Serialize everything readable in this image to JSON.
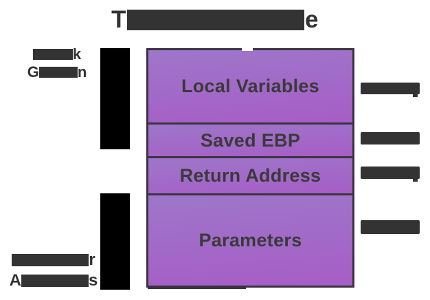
{
  "title": {
    "visible_prefix": "T",
    "visible_suffix": "e",
    "redacted": true
  },
  "left_labels": {
    "stack_growth": {
      "line1_suffix": "k",
      "line2_prefix": "G",
      "line2_suffix": "n",
      "redacted": true
    },
    "higher_addresses": {
      "line1_suffix": "r",
      "line2_prefix": "A",
      "line2_suffix": "s",
      "redacted": true
    }
  },
  "stack": {
    "sections": [
      {
        "label": "Local Variables"
      },
      {
        "label": "Saved EBP"
      },
      {
        "label": "Return Address"
      },
      {
        "label": "Parameters"
      }
    ]
  },
  "right_labels": [
    {
      "redacted": true
    },
    {
      "redacted": true
    },
    {
      "redacted": true
    },
    {
      "redacted": true
    }
  ],
  "colors": {
    "text_dark": "#333333",
    "redaction_black": "#000000",
    "box_border": "#3a3340",
    "cell_gradient_top": "#9d77c9",
    "cell_gradient_bottom": "#a75dc6",
    "background": "#ffffff"
  }
}
